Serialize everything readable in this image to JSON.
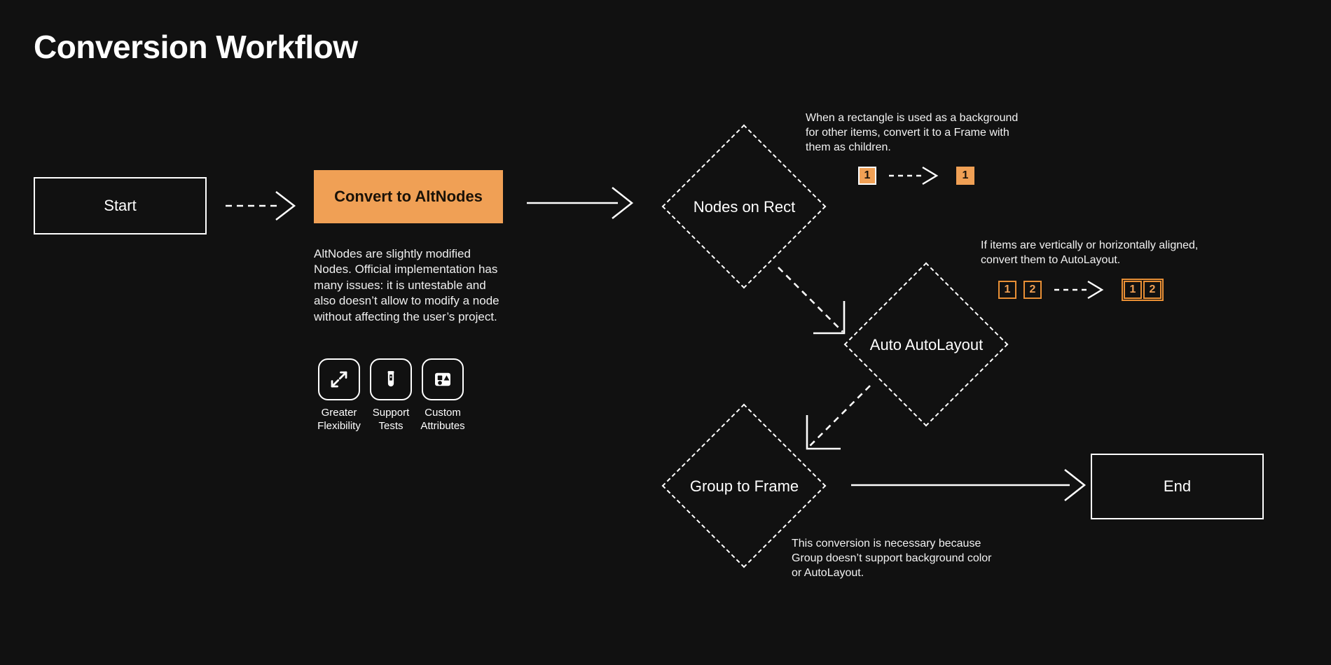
{
  "page": {
    "title": "Conversion Workflow",
    "background_color": "#111111",
    "accent_color": "#f0a055",
    "accent_outline_color": "#e88f35",
    "text_color": "#ffffff"
  },
  "nodes": {
    "start": {
      "label": "Start",
      "shape": "rectangle"
    },
    "convert": {
      "label": "Convert to AltNodes",
      "shape": "rectangle-filled"
    },
    "nodes_on_rect": {
      "label": "Nodes on Rect",
      "shape": "diamond"
    },
    "auto_autolayout": {
      "label": "Auto AutoLayout",
      "shape": "diamond"
    },
    "group_to_frame": {
      "label": "Group to Frame",
      "shape": "diamond"
    },
    "end": {
      "label": "End",
      "shape": "rectangle"
    }
  },
  "convert_details": {
    "description": "AltNodes are slightly modified Nodes. Official implementation has many issues: it is untestable and also doesn’t allow to modify a node without affecting the user’s project.",
    "features": [
      {
        "icon": "expand-arrows-icon",
        "label": "Greater Flexibility"
      },
      {
        "icon": "test-tube-icon",
        "label": "Support Tests"
      },
      {
        "icon": "shapes-in-square-icon",
        "label": "Custom Attributes"
      }
    ]
  },
  "annotations": {
    "nodes_on_rect": {
      "text": "When a rectangle is used as a background for other items, convert it to a Frame with them as children.",
      "before": [
        {
          "label": "1",
          "style": "solid-bordered"
        }
      ],
      "after": [
        {
          "label": "1",
          "style": "solid"
        }
      ],
      "arrow": "dashed-arrow-right"
    },
    "auto_autolayout": {
      "text": "If items are vertically or horizontally aligned, convert them to AutoLayout.",
      "before": [
        {
          "label": "1",
          "style": "outline"
        },
        {
          "label": "2",
          "style": "outline"
        }
      ],
      "after": [
        {
          "label": "1",
          "style": "outline"
        },
        {
          "label": "2",
          "style": "outline"
        }
      ],
      "after_wrapped_in_frame": true,
      "arrow": "dashed-arrow-right"
    },
    "group_to_frame": {
      "text": "This conversion is necessary because Group doesn’t support background color or AutoLayout."
    }
  },
  "connectors": [
    {
      "from": "start",
      "to": "convert",
      "style": "dashed",
      "direction": "right"
    },
    {
      "from": "convert",
      "to": "nodes_on_rect",
      "style": "solid",
      "direction": "right"
    },
    {
      "from": "nodes_on_rect",
      "to": "auto_autolayout",
      "style": "dashed",
      "direction": "down-right"
    },
    {
      "from": "auto_autolayout",
      "to": "group_to_frame",
      "style": "dashed",
      "direction": "down-left"
    },
    {
      "from": "group_to_frame",
      "to": "end",
      "style": "solid",
      "direction": "right"
    }
  ]
}
